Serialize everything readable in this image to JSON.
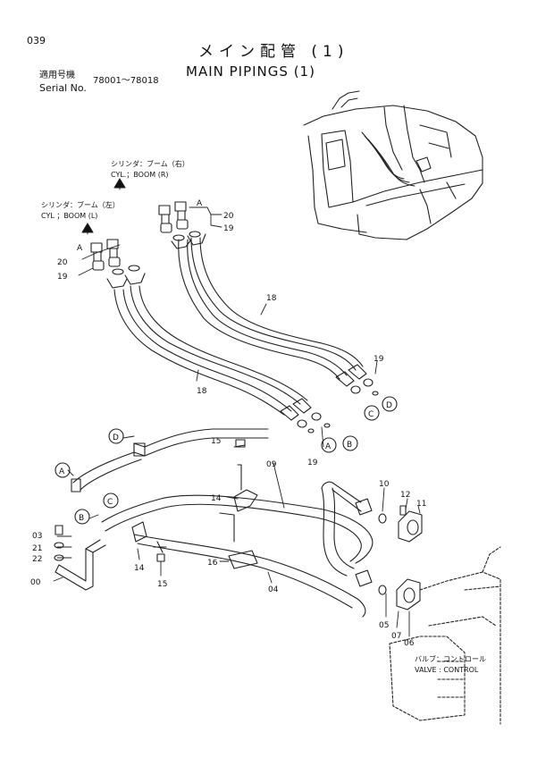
{
  "page": {
    "number": "039",
    "title_jp": "メイン配管 (1)",
    "title_en": "MAIN PIPINGS (1)",
    "serial_label_jp": "適用号機",
    "serial_label_en": "Serial No.",
    "serial_range": "78001～78018"
  },
  "notes": {
    "cyl_boom_right_jp": "シリンダ：ブーム（右）",
    "cyl_boom_right_en": "CYL.；BOOM (R)",
    "cyl_boom_left_jp": "シリンダ：ブーム（左）",
    "cyl_boom_left_en": "CYL ；BOOM (L)",
    "valve_jp": "バルブ：コントロール",
    "valve_en": "VALVE : CONTROL"
  },
  "callouts": {
    "c20_top": "20",
    "c19_top": "19",
    "A_top": "A",
    "c20_left": "20",
    "c19_left": "19",
    "A_left": "A",
    "c18_upper": "18",
    "c18_lower": "18",
    "c19_right": "19",
    "C_right": "C",
    "D_right": "D",
    "c19_mid": "19",
    "A_mid": "A",
    "B_mid": "B",
    "D_pipe": "D",
    "A_pipe": "A",
    "C_pipe": "C",
    "B_pipe": "B",
    "c15_top": "15",
    "c09": "09",
    "c10": "10",
    "c12": "12",
    "c11": "11",
    "c14_mid": "14",
    "c03": "03",
    "c21": "21",
    "c22": "22",
    "c00": "00",
    "c14_low": "14",
    "c15_low": "15",
    "c16": "16",
    "c04": "04",
    "c05": "05",
    "c07": "07",
    "c06": "06"
  }
}
